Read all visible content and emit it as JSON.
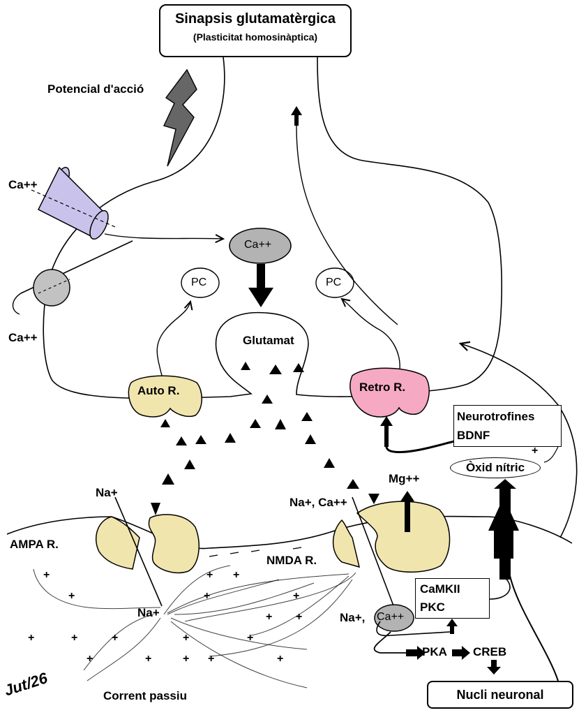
{
  "title": {
    "main": "Sinapsis glutamatèrgica",
    "sub": "(Plasticitat homosinàptica)"
  },
  "labels": {
    "action_potential": "Potencial d'acció",
    "ca_in_top": "Ca++",
    "ca_in_bottom": "Ca++",
    "ca_vesicle": "Ca++",
    "pc_left": "PC",
    "pc_right": "PC",
    "glutamat": "Glutamat",
    "auto_r": "Auto R.",
    "retro_r": "Retro R.",
    "neurotrophins_line1": "Neurotrofines",
    "neurotrophins_line2": "BDNF",
    "nitric_oxide": "Òxid nítric",
    "nitric_plus": "+",
    "mg": "Mg++",
    "na_ampa": "Na+",
    "na_ca_nmda": "Na+, Ca++",
    "ampa_r": "AMPA R.",
    "nmda_r": "NMDA R.",
    "camkii": "CaMKII",
    "pkc": "PKC",
    "na_center": "Na+",
    "na_ca_channel_na": "Na+,",
    "na_ca_channel_ca": "Ca++",
    "pka": "PKA",
    "creb": "CREB",
    "nucleus": "Nucli neuronal",
    "passive_current": "Corrent passiu",
    "signature": "Jut/26"
  },
  "plus_sign": "+"
}
